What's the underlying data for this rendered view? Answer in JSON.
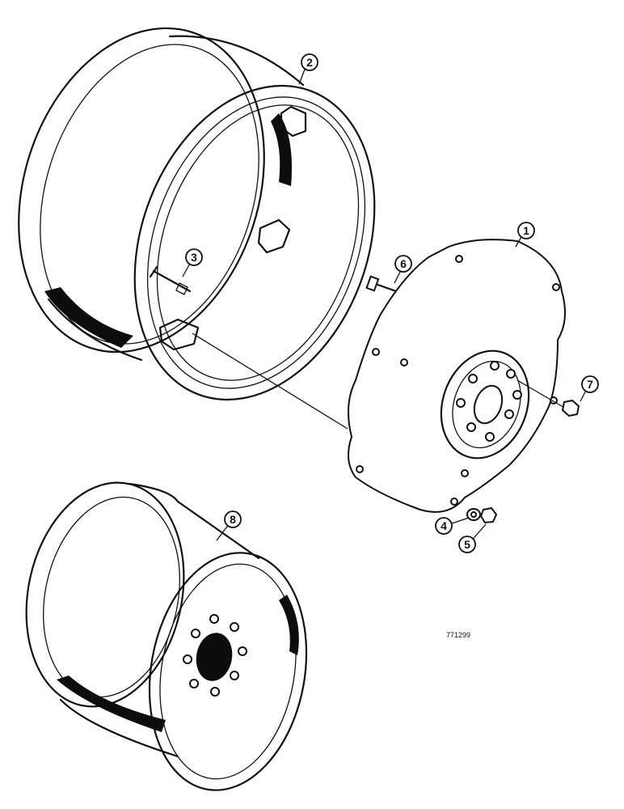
{
  "callouts": [
    {
      "id": "1",
      "part": "center-plate"
    },
    {
      "id": "2",
      "part": "rim"
    },
    {
      "id": "3",
      "part": "rim-bolt"
    },
    {
      "id": "4",
      "part": "washer"
    },
    {
      "id": "5",
      "part": "nut"
    },
    {
      "id": "6",
      "part": "plate-bolt"
    },
    {
      "id": "7",
      "part": "wheel-nut"
    },
    {
      "id": "8",
      "part": "disc-wheel"
    }
  ],
  "reference_number": "771299"
}
